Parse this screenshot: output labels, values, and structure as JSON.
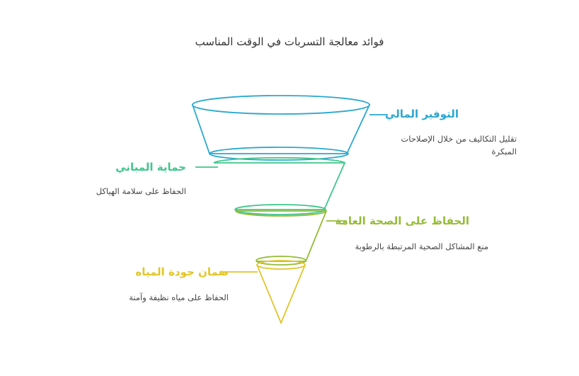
{
  "title": "فوائد معالجة التسربات في الوقت المناسب",
  "colors": {
    "stage1": "#2aa8d0",
    "stage2": "#3fc68c",
    "stage3": "#95bc36",
    "stage4": "#e2c52a"
  },
  "stages": [
    {
      "label": "التوفير المالي",
      "description": "تقليل التكاليف من خلال الإصلاحات المبكرة"
    },
    {
      "label": "حماية المباني",
      "description": "الحفاظ على سلامة الهياكل"
    },
    {
      "label": "الحفاظ على الصحة العامة",
      "description": "منع المشاكل الصحية المرتبطة بالرطوبة"
    },
    {
      "label": "ضمان جودة المياه",
      "description": "الحفاظ على مياه نظيفة وآمنة"
    }
  ]
}
